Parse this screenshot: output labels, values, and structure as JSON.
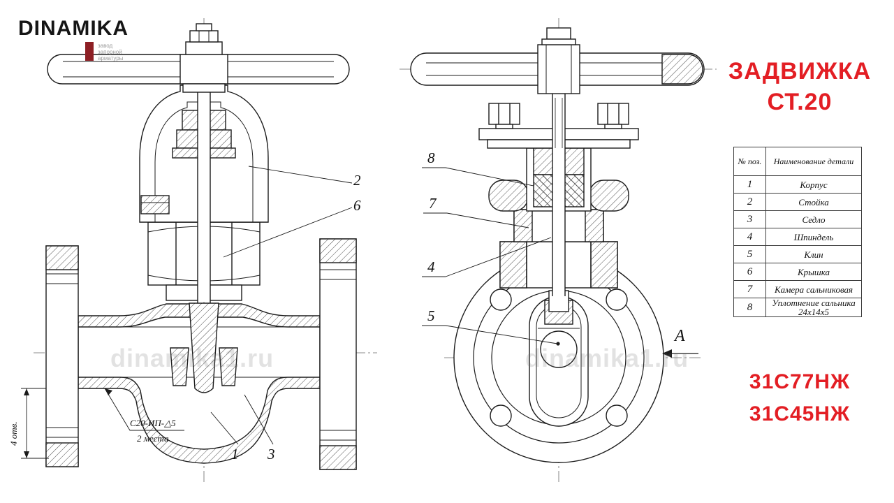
{
  "logo": {
    "brand": "DINAMIKA",
    "tagline1": "завод",
    "tagline2": "запорной",
    "tagline3": "арматуры"
  },
  "title": {
    "line1": "ЗАДВИЖКА",
    "line2": "СТ.20"
  },
  "models": {
    "m1": "31С77НЖ",
    "m2": "31С45НЖ"
  },
  "view_label": "А",
  "watermark": {
    "text": "dinamika1.ru"
  },
  "notes": {
    "holes": "4 отв.",
    "weld": "С20-ИП-△5",
    "weld_places": "2 места"
  },
  "callouts": {
    "c1": "1",
    "c2": "2",
    "c3": "3",
    "c4": "4",
    "c5": "5",
    "c6": "6",
    "c7": "7",
    "c8": "8"
  },
  "parts_table": {
    "header_pos": "№ поз.",
    "header_name": "Наименование детали",
    "rows": [
      {
        "pos": "1",
        "name": "Корпус"
      },
      {
        "pos": "2",
        "name": "Стойка"
      },
      {
        "pos": "3",
        "name": "Седло"
      },
      {
        "pos": "4",
        "name": "Шпиндель"
      },
      {
        "pos": "5",
        "name": "Клин"
      },
      {
        "pos": "6",
        "name": "Крышка"
      },
      {
        "pos": "7",
        "name": "Камера сальниковая"
      },
      {
        "pos": "8",
        "name": "Уплотнение сальника 24х14х5"
      }
    ]
  },
  "colors": {
    "accent_red": "#e31e24",
    "line": "#1b1b1b"
  }
}
